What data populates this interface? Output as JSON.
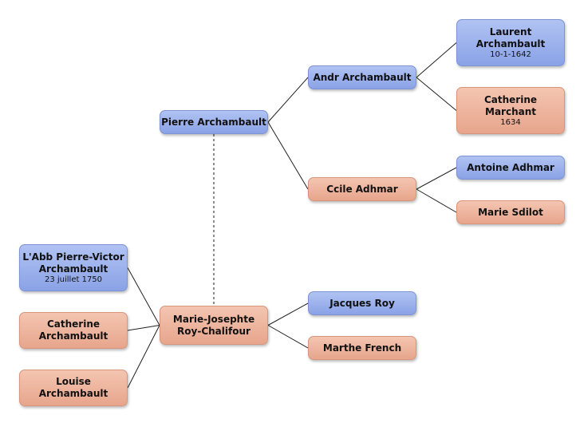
{
  "people": {
    "pierre": {
      "name": "Pierre Archambault",
      "date": "",
      "gender": "male"
    },
    "andr": {
      "name": "Andr Archambault",
      "date": "",
      "gender": "male"
    },
    "laurent": {
      "name": "Laurent Archambault",
      "date": "10-1-1642",
      "gender": "male"
    },
    "catherine_marchant": {
      "name": "Catherine Marchant",
      "date": "1634",
      "gender": "female"
    },
    "ccile": {
      "name": "Ccile Adhmar",
      "date": "",
      "gender": "female"
    },
    "antoine": {
      "name": "Antoine Adhmar",
      "date": "",
      "gender": "male"
    },
    "marie_sdilot": {
      "name": "Marie Sdilot",
      "date": "",
      "gender": "female"
    },
    "marie_josephte": {
      "name": "Marie-Josephte Roy-Chalifour",
      "date": "",
      "gender": "female"
    },
    "jacques": {
      "name": "Jacques Roy",
      "date": "",
      "gender": "male"
    },
    "marthe": {
      "name": "Marthe French",
      "date": "",
      "gender": "female"
    },
    "abbe": {
      "name": "L'Abb Pierre-Victor Archambault",
      "date": "23 juillet 1750",
      "gender": "male"
    },
    "catherine_a": {
      "name": "Catherine Archambault",
      "date": "",
      "gender": "female"
    },
    "louise": {
      "name": "Louise Archambault",
      "date": "",
      "gender": "female"
    }
  },
  "relations": {
    "parents": [
      {
        "child": "pierre",
        "parent": "andr"
      },
      {
        "child": "pierre",
        "parent": "ccile"
      },
      {
        "child": "andr",
        "parent": "laurent"
      },
      {
        "child": "andr",
        "parent": "catherine_marchant"
      },
      {
        "child": "ccile",
        "parent": "antoine"
      },
      {
        "child": "ccile",
        "parent": "marie_sdilot"
      },
      {
        "child": "marie_josephte",
        "parent": "jacques"
      },
      {
        "child": "marie_josephte",
        "parent": "marthe"
      }
    ],
    "children": [
      {
        "parent": "marie_josephte",
        "child": "abbe"
      },
      {
        "parent": "marie_josephte",
        "child": "catherine_a"
      },
      {
        "parent": "marie_josephte",
        "child": "louise"
      }
    ],
    "spouses": [
      {
        "a": "pierre",
        "b": "marie_josephte"
      }
    ]
  },
  "colors": {
    "male": "#9db2ec",
    "female": "#eeb59e",
    "line": "#222222",
    "spouse_line": "#666666"
  }
}
